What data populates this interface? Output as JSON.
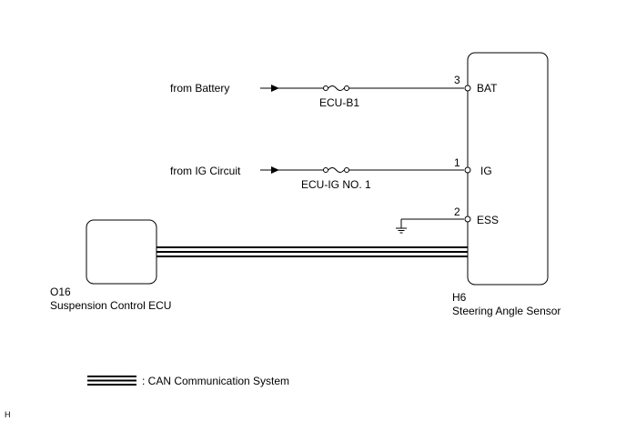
{
  "sources": {
    "battery": "from Battery",
    "ig_circuit": "from IG Circuit"
  },
  "fuses": {
    "ecu_b1": "ECU-B1",
    "ecu_ig_no1": "ECU-IG NO. 1"
  },
  "sensor": {
    "code": "H6",
    "name": "Steering Angle Sensor",
    "pins": [
      {
        "number": "3",
        "label": "BAT"
      },
      {
        "number": "1",
        "label": "IG"
      },
      {
        "number": "2",
        "label": "ESS"
      }
    ]
  },
  "ecu": {
    "code": "O16",
    "name": "Suspension Control ECU"
  },
  "legend": {
    "can_label": ": CAN Communication System"
  },
  "footer": {
    "mark": "H"
  }
}
